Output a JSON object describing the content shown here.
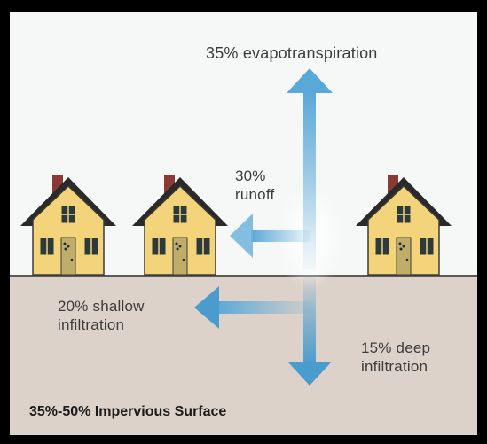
{
  "labels": {
    "evapotranspiration": "35% evapotranspiration",
    "runoff_line1": "30%",
    "runoff_line2": "runoff",
    "shallow_line1": "20% shallow",
    "shallow_line2": "infiltration",
    "deep_line1": "15% deep",
    "deep_line2": "infiltration"
  },
  "caption": "35%-50% Impervious Surface",
  "colors": {
    "sky": "#f6f8f7",
    "ground": "#ddd2c9",
    "arrow": "#5aa8d8",
    "house_wall": "#f4d47a",
    "roof": "#2a2a2a",
    "door": "#bfae6a",
    "chimney": "#8a3a34"
  }
}
